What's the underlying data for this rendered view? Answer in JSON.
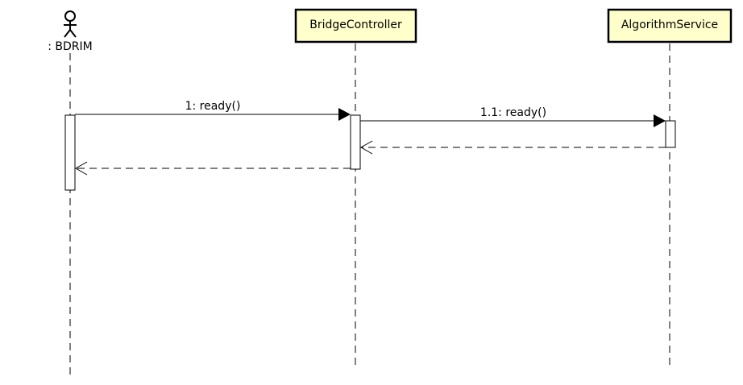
{
  "participants": {
    "actor": {
      "label": ": BDRIM"
    },
    "bridge": {
      "label": "BridgeController"
    },
    "algorithm": {
      "label": "AlgorithmService"
    }
  },
  "messages": [
    {
      "label": "1: ready()",
      "from": "actor",
      "to": "bridge",
      "kind": "call"
    },
    {
      "label": "1.1: ready()",
      "from": "bridge",
      "to": "algorithm",
      "kind": "call"
    },
    {
      "label": "",
      "from": "algorithm",
      "to": "bridge",
      "kind": "return"
    },
    {
      "label": "",
      "from": "bridge",
      "to": "actor",
      "kind": "return"
    }
  ],
  "colors": {
    "participant_fill": "#ffffcc",
    "line": "#000000"
  }
}
